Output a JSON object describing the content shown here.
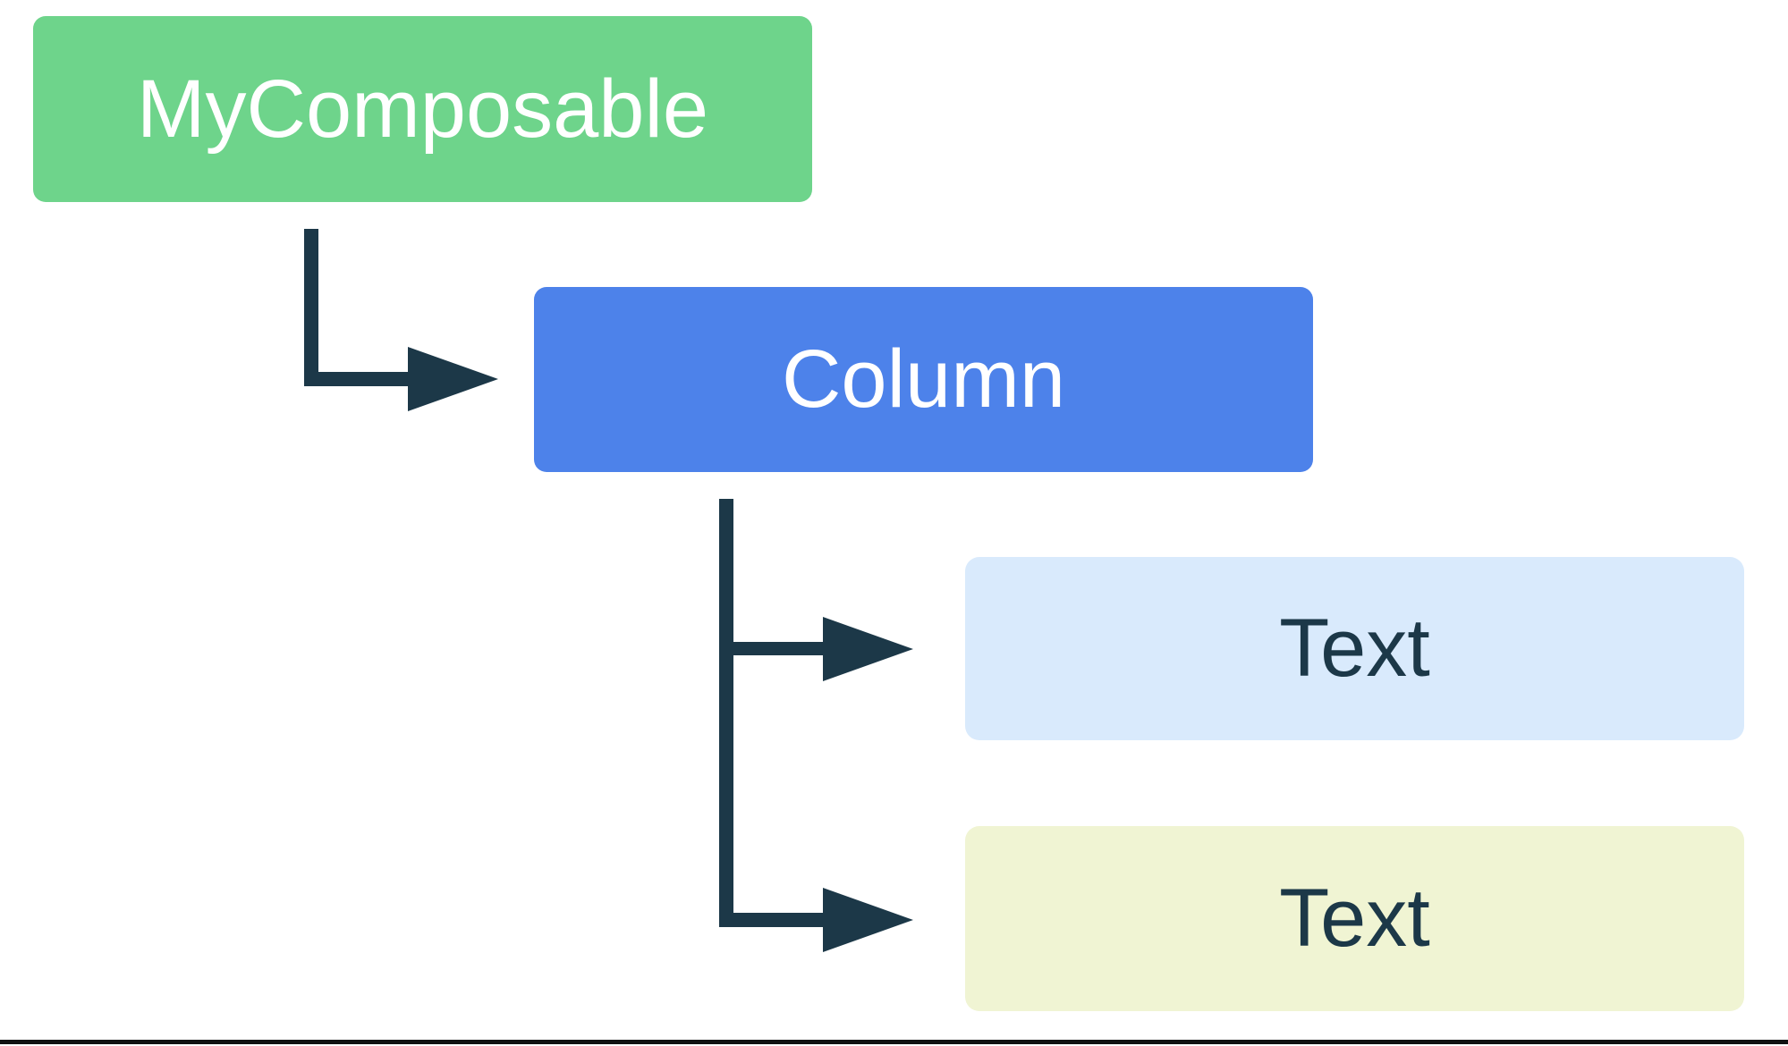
{
  "diagram": {
    "name": "composable-hierarchy-diagram",
    "nodes": [
      {
        "id": "my-composable",
        "label": "MyComposable",
        "level": 0,
        "color_key": "green-node"
      },
      {
        "id": "column",
        "label": "Column",
        "level": 1,
        "color_key": "blue-node"
      },
      {
        "id": "text-1",
        "label": "Text",
        "level": 2,
        "color_key": "lightblue-node"
      },
      {
        "id": "text-2",
        "label": "Text",
        "level": 2,
        "color_key": "cream-node"
      }
    ],
    "edges": [
      {
        "from": "my-composable",
        "to": "column"
      },
      {
        "from": "column",
        "to": "text-1"
      },
      {
        "from": "column",
        "to": "text-2"
      }
    ]
  },
  "colors": {
    "green-node": "#6ed48b",
    "blue-node": "#4d82ea",
    "lightblue-node": "#d9eafc",
    "cream-node": "#f0f4d3",
    "arrow": "#1c3848",
    "node-text-light": "#ffffff",
    "node-text-dark": "#1c3848",
    "background": "#ffffff",
    "bottom-border": "#111111"
  }
}
